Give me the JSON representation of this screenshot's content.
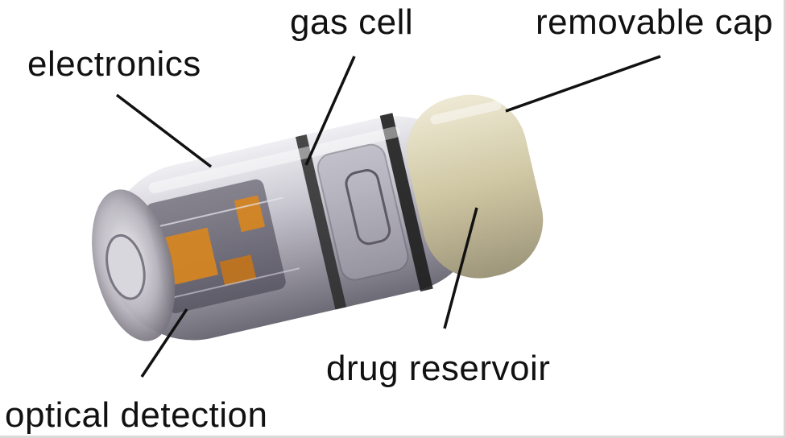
{
  "labels": {
    "gas_cell": "gas cell",
    "removable_cap": "removable cap",
    "electronics": "electronics",
    "drug_reservoir": "drug reservoir",
    "optical_detection": "optical detection"
  },
  "colors": {
    "leader": "#111111",
    "text": "#111111",
    "capsule_shell": "#c9c6cf",
    "cap": "#d8d2b6",
    "ring": "#2a2a2a",
    "electronics_orange": "#d9861e",
    "background": "#ffffff"
  }
}
